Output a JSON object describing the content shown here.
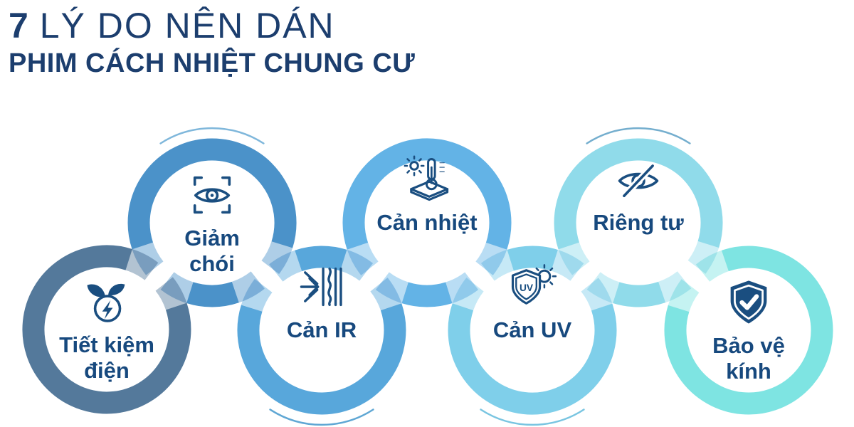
{
  "title": {
    "number": "7",
    "line1_rest": " LÝ DO NÊN DÁN",
    "line2": "PHIM CÁCH NHIỆT CHUNG CƯ",
    "color": "#1C3E6E"
  },
  "palette": {
    "background": "#FFFFFF",
    "label_text": "#17497E",
    "icon_stroke": "#1A4E80",
    "ghost_opacity": 0.45
  },
  "reasons": [
    {
      "id": 1,
      "label": "Tiết kiệm điện",
      "label_lines": [
        "Tiết kiệm",
        "điện"
      ],
      "icon": "energy-saving-icon",
      "ring_color": "#54799B",
      "deco_arc": null
    },
    {
      "id": 2,
      "label": "Giảm chói",
      "label_lines": [
        "Giảm",
        "chói"
      ],
      "icon": "anti-glare-eye-icon",
      "ring_color": "#4B92C9",
      "deco_arc": {
        "position": "top",
        "color": "#7FB7DB"
      }
    },
    {
      "id": 3,
      "label": "Cản IR",
      "label_lines": [
        "Cản IR"
      ],
      "icon": "ir-block-icon",
      "ring_color": "#58A7DB",
      "deco_arc": {
        "position": "bottom",
        "color": "#5FA7D4"
      }
    },
    {
      "id": 4,
      "label": "Cản nhiệt",
      "label_lines": [
        "Cản nhiệt"
      ],
      "icon": "heat-block-icon",
      "ring_color": "#63B3E6",
      "deco_arc": null
    },
    {
      "id": 5,
      "label": "Cản UV",
      "label_lines": [
        "Cản UV"
      ],
      "icon": "uv-shield-icon",
      "ring_color": "#7FCFEA",
      "deco_arc": {
        "position": "bottom",
        "color": "#79C5E1"
      }
    },
    {
      "id": 6,
      "label": "Riêng tư",
      "label_lines": [
        "Riêng tư"
      ],
      "icon": "privacy-eye-icon",
      "ring_color": "#90DBEA",
      "deco_arc": {
        "position": "top",
        "color": "#74AECE"
      }
    },
    {
      "id": 7,
      "label": "Bảo vệ kính",
      "label_lines": [
        "Bảo vệ",
        "kính"
      ],
      "icon": "glass-protection-shield-icon",
      "ring_color": "#7EE4E2",
      "deco_arc": null
    }
  ]
}
